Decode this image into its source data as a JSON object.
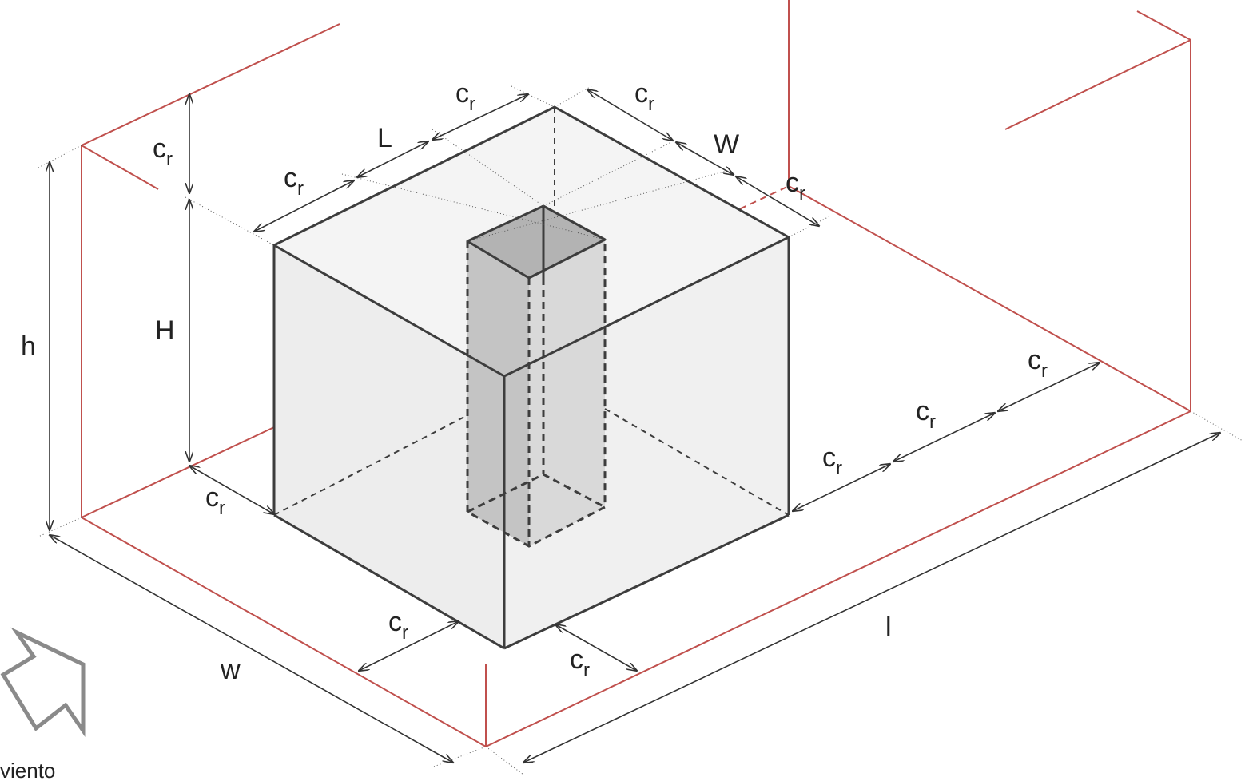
{
  "labels": {
    "L": "L",
    "W": "W",
    "H": "H",
    "h": "h",
    "w": "w",
    "l": "l",
    "cr_main": "c",
    "cr_sub": "r"
  },
  "wind": {
    "label": "viento",
    "icon": "wind-direction-arrow-icon"
  },
  "colors": {
    "domain": "#c0504d",
    "building_edge": "#3d3d3d",
    "building_face": "#efefef",
    "chimney_face": "#c8c8c8",
    "chimney_bottom": "#a6a6a6",
    "wind_arrow": "#8a8a8a"
  }
}
